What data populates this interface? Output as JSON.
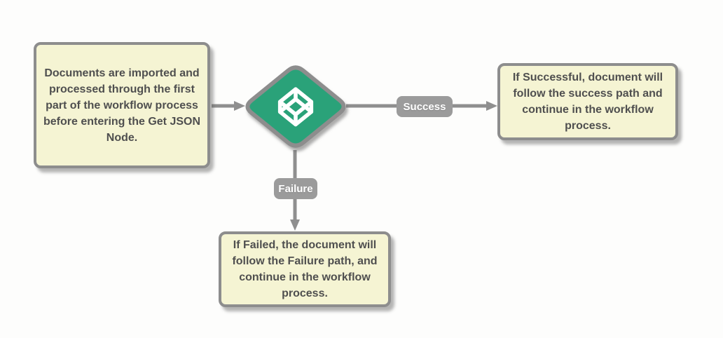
{
  "diagram": {
    "nodes": {
      "import_note": {
        "text": "Documents are imported and processed through the first part of the workflow process before entering the Get JSON Node."
      },
      "decision": {
        "icon": "cube-wireframe-icon",
        "shape": "diamond"
      },
      "success_note": {
        "text": "If Successful, document will follow the success path and continue in the workflow process."
      },
      "failure_note": {
        "text": "If Failed, the document will follow the Failure path, and continue in the workflow process."
      }
    },
    "edges": {
      "success": {
        "label": "Success"
      },
      "failure": {
        "label": "Failure"
      }
    },
    "colors": {
      "background": "#fdfdfc",
      "note_fill": "#f5f4d3",
      "note_border": "#8d8d8d",
      "note_text": "#4f4f4f",
      "diamond_fill": "#2aa279",
      "diamond_border": "#8d8d8d",
      "connector": "#8f8f8f",
      "edge_label_bg": "#9b9b9b",
      "edge_label_text": "#ffffff",
      "icon_stroke": "#ffffff"
    }
  }
}
